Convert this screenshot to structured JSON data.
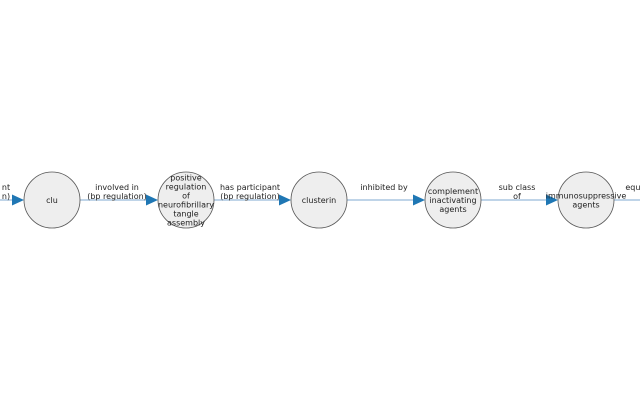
{
  "colors": {
    "node_fill": "#eeeeee",
    "node_stroke": "#555555",
    "edge": "#7fa9d1",
    "arrow": "#1f77b4"
  },
  "nodes": [
    {
      "id": "clu",
      "label_lines": [
        "clu"
      ]
    },
    {
      "id": "pos-reg",
      "label_lines": [
        "positive",
        "regulation",
        "of",
        "neurofibrillary",
        "tangle",
        "assembly"
      ]
    },
    {
      "id": "clusterin",
      "label_lines": [
        "clusterin"
      ]
    },
    {
      "id": "complement",
      "label_lines": [
        "complement",
        "inactivating",
        "agents"
      ]
    },
    {
      "id": "immuno",
      "label_lines": [
        "immunosuppressive",
        "agents"
      ]
    }
  ],
  "edges": [
    {
      "label_lines": [
        "nt",
        "n)"
      ]
    },
    {
      "label_lines": [
        "involved in",
        "(bp regulation)"
      ]
    },
    {
      "label_lines": [
        "has participant",
        "(bp regulation)"
      ]
    },
    {
      "label_lines": [
        "inhibited by"
      ]
    },
    {
      "label_lines": [
        "sub class",
        "of"
      ]
    },
    {
      "label_lines": [
        "equi"
      ]
    }
  ]
}
